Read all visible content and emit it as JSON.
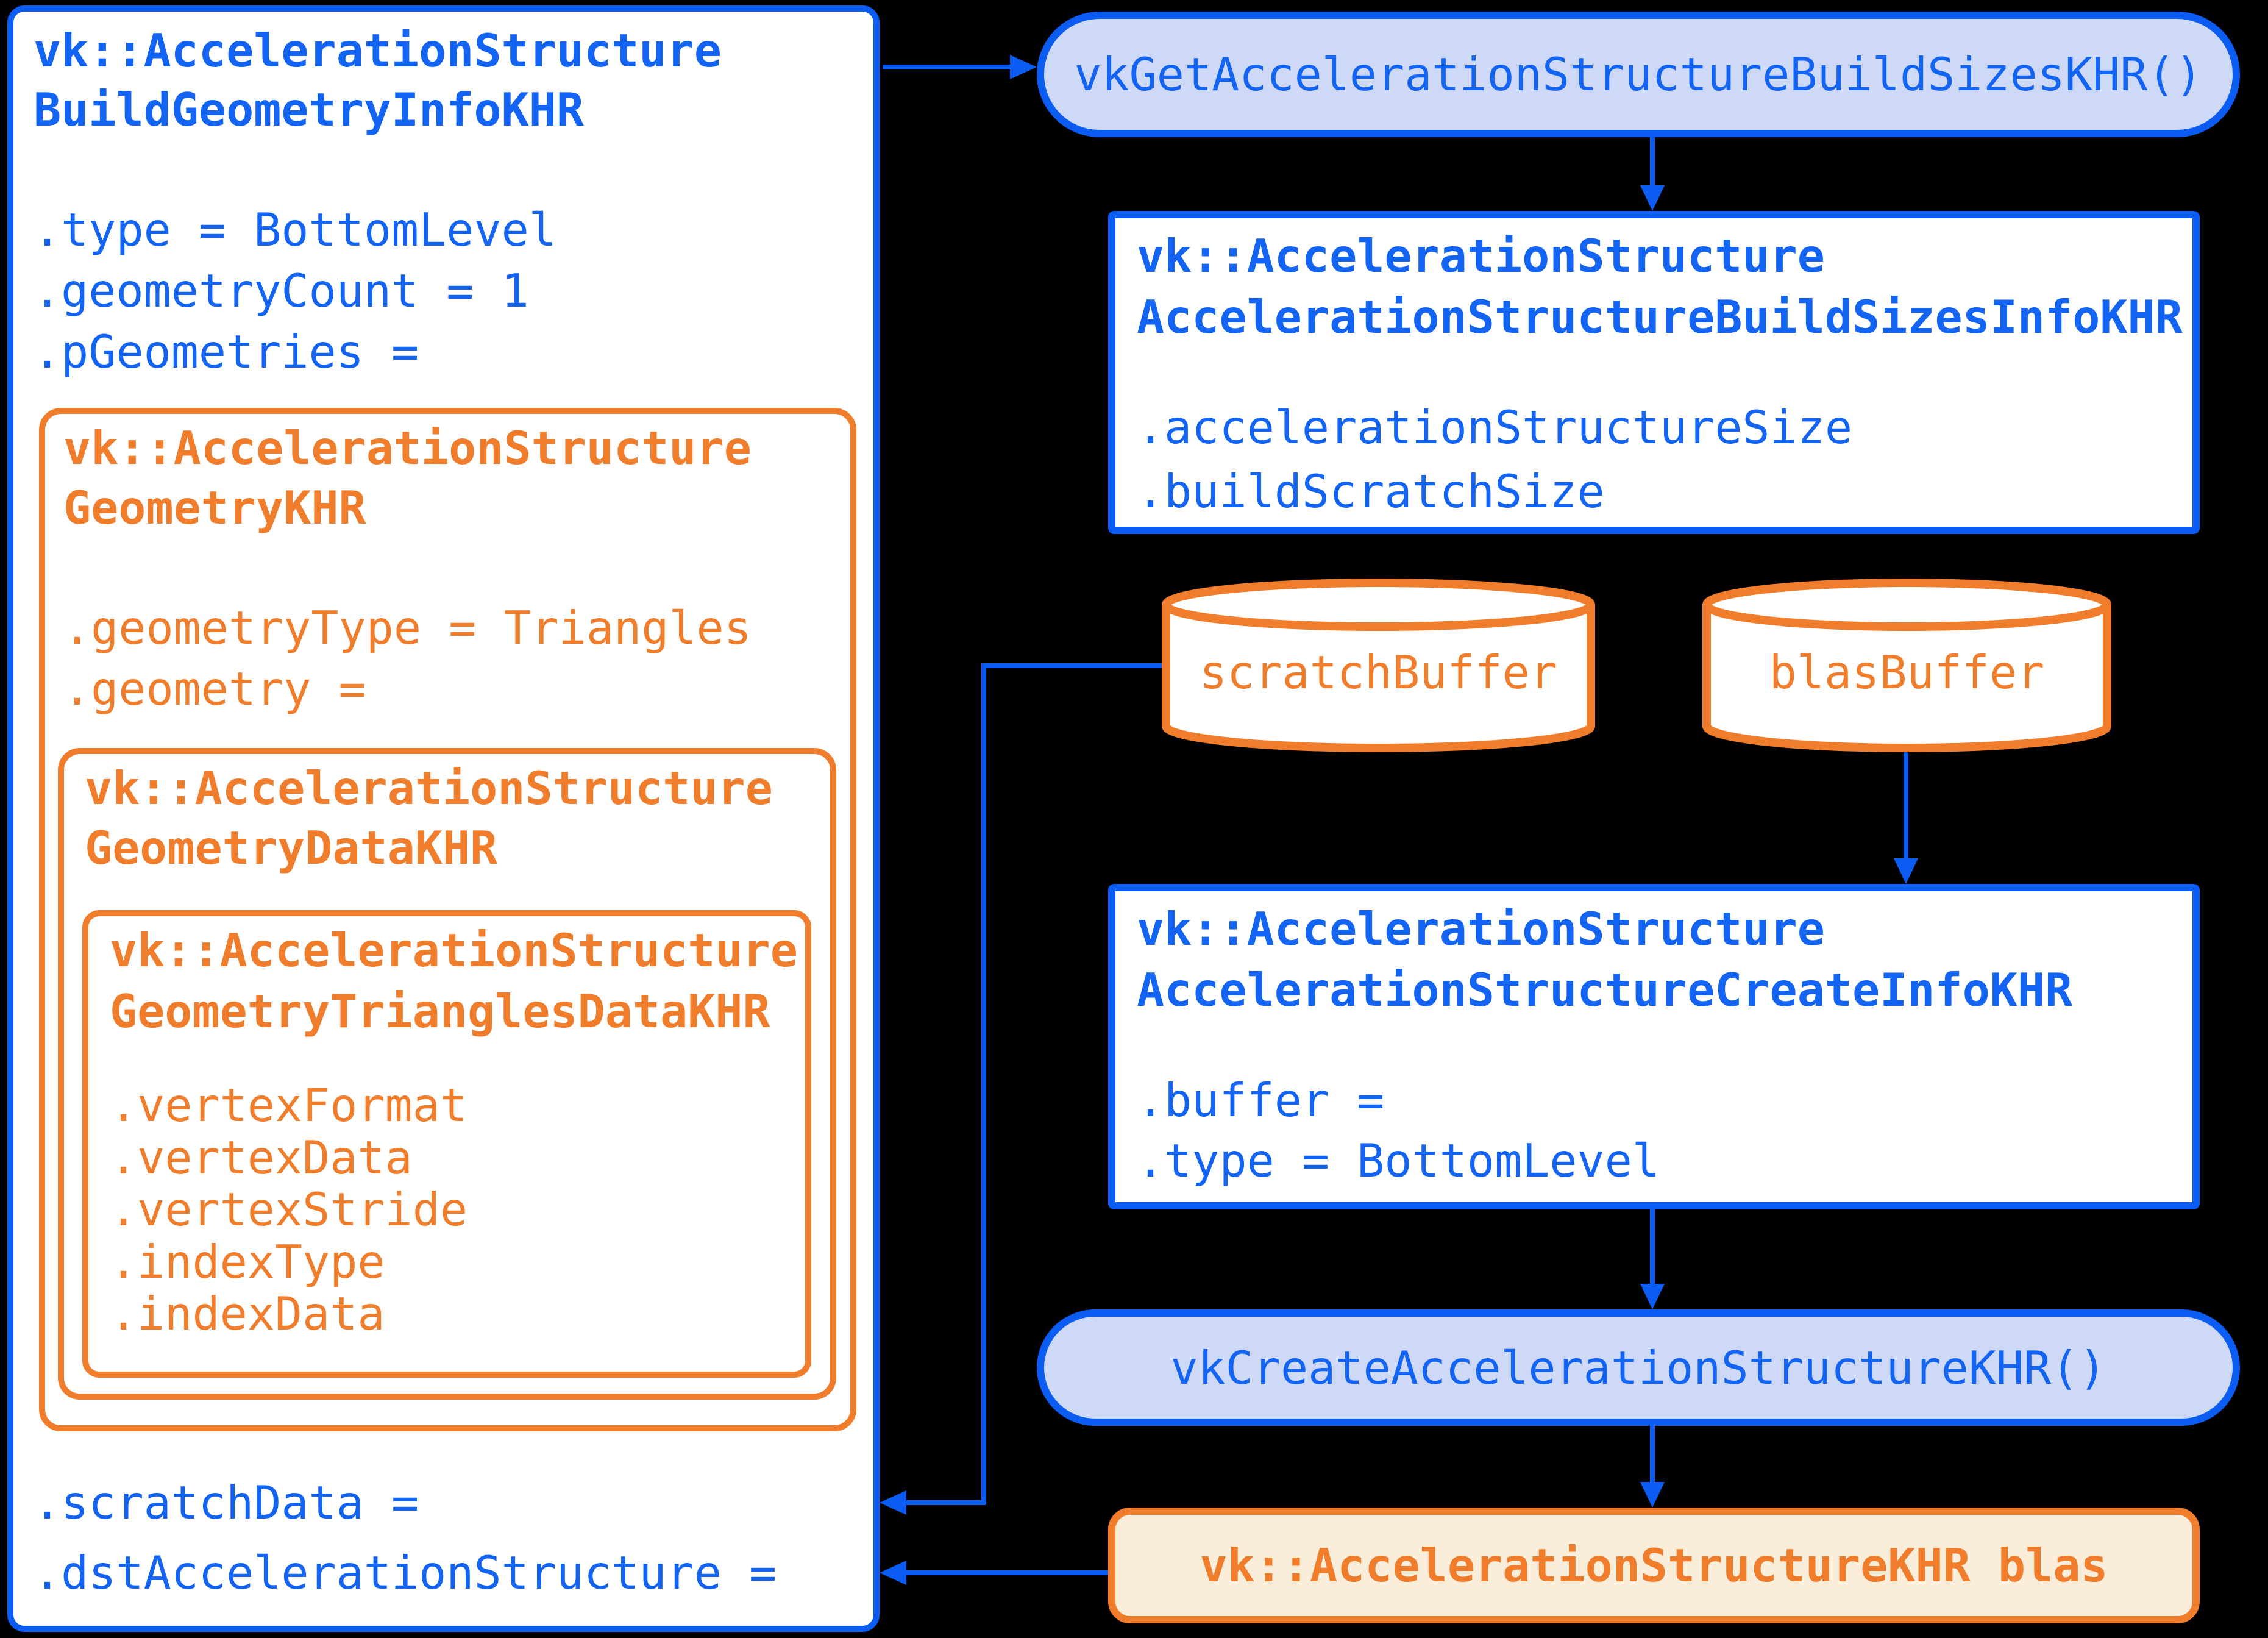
{
  "palette": {
    "background": "#000000",
    "blue": "#0b5cf3",
    "blue_text": "#1464f4",
    "light_blue_fill": "#cdd9f7",
    "orange": "#f07d2b",
    "cream_fill": "#faeeda",
    "white_fill": "#ffffff"
  },
  "build_geometry_info": {
    "title1": "vk::AccelerationStructure",
    "title2": "BuildGeometryInfoKHR",
    "field_type": ".type = BottomLevel",
    "field_geometry_count": ".geometryCount = 1",
    "field_p_geometries": ".pGeometries =",
    "field_scratch_data": ".scratchData =",
    "field_dst_acceleration_structure": ".dstAccelerationStructure ="
  },
  "geometry_khr": {
    "title1": "vk::AccelerationStructure",
    "title2": "GeometryKHR",
    "field_geometry_type": ".geometryType = Triangles",
    "field_geometry": ".geometry ="
  },
  "geometry_data_khr": {
    "title1": "vk::AccelerationStructure",
    "title2": "GeometryDataKHR"
  },
  "geometry_triangles_data_khr": {
    "title1": "vk::AccelerationStructure",
    "title2": "GeometryTrianglesDataKHR",
    "fields": [
      ".vertexFormat",
      ".vertexData",
      ".vertexStride",
      ".indexType",
      ".indexData"
    ]
  },
  "get_build_sizes_call": {
    "label": "vkGetAccelerationStructureBuildSizesKHR()"
  },
  "build_sizes_info": {
    "title1": "vk::AccelerationStructure",
    "title2": "AccelerationStructureBuildSizesInfoKHR",
    "field_acceleration_structure_size": ".accelerationStructureSize",
    "field_build_scratch_size": ".buildScratchSize"
  },
  "buffers": {
    "scratch": "scratchBuffer",
    "blas": "blasBuffer"
  },
  "create_info": {
    "title1": "vk::AccelerationStructure",
    "title2": "AccelerationStructureCreateInfoKHR",
    "field_buffer": ".buffer =",
    "field_type": ".type = BottomLevel"
  },
  "create_call": {
    "label": "vkCreateAccelerationStructureKHR()"
  },
  "blas_result": {
    "label": "vk::AccelerationStructureKHR blas"
  }
}
